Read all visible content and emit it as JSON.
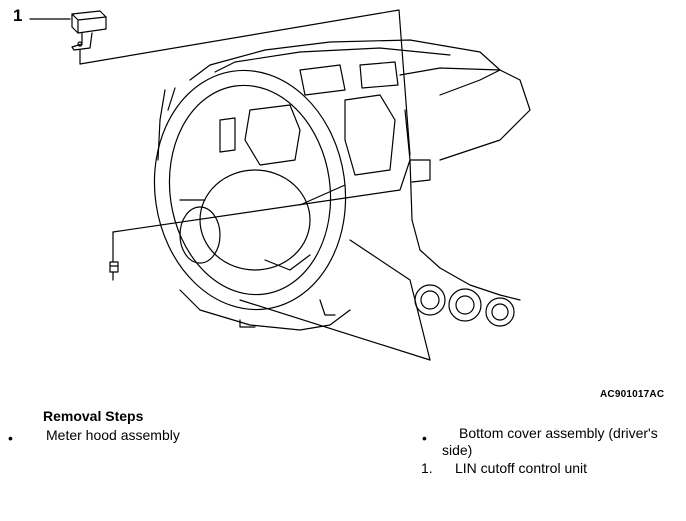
{
  "figure": {
    "callout_number": "1",
    "figure_code": "AC901017AC"
  },
  "removal_steps": {
    "title": "Removal Steps",
    "left_column": [
      {
        "marker": "•",
        "label": "Meter hood assembly"
      }
    ],
    "right_column": [
      {
        "marker": "•",
        "label_line1": "Bottom cover assembly (driver's",
        "label_line2": "side)"
      },
      {
        "marker": "1.",
        "label": "LIN cutoff control unit"
      }
    ]
  }
}
